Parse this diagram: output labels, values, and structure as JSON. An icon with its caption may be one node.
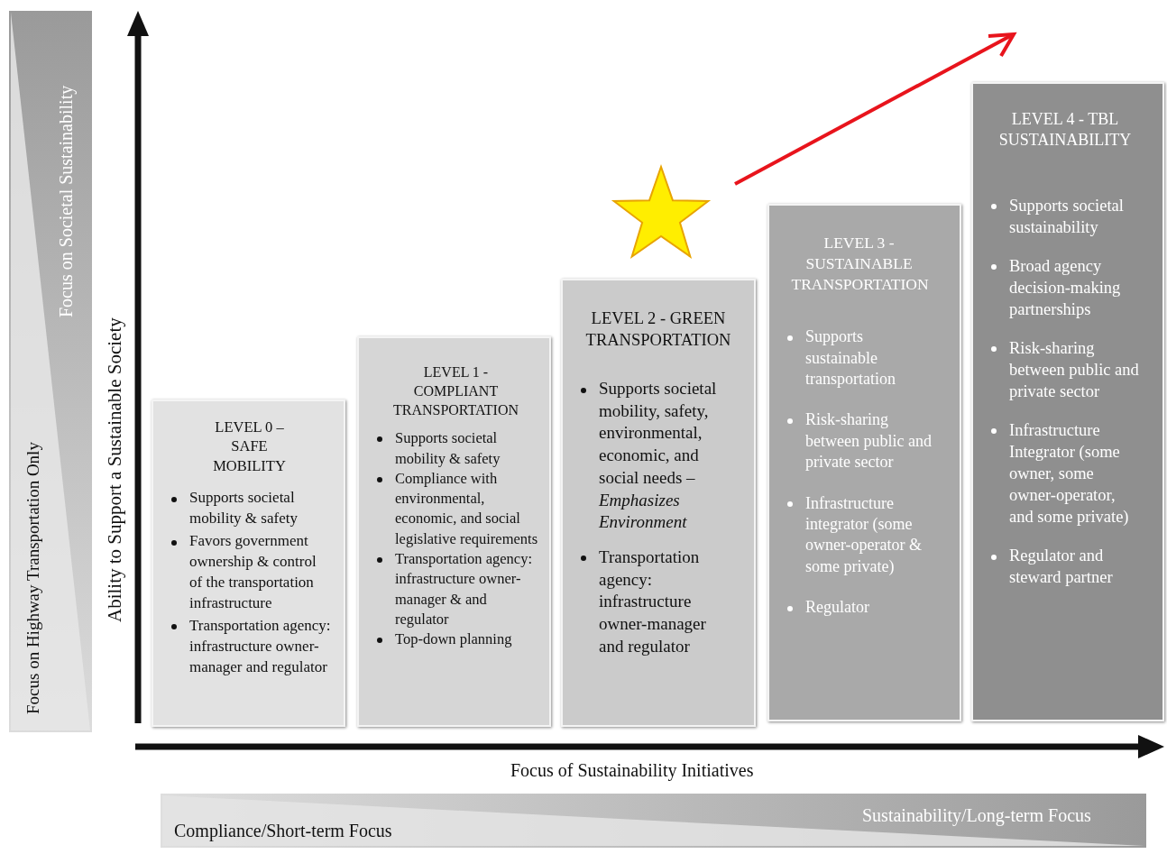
{
  "diagram": {
    "nodes": [
      {
        "text": [
          "LEVEL 0 – SAFE MOBILITY",
          "Supports societal mobility & safety",
          "Favors government ownership & control of the transportation infrastructure",
          "Transportation agency: infrastructure owner-manager and regulator"
        ]
      },
      {
        "text": [
          "LEVEL 1 - COMPLIANT TRANSPORTATION",
          "Supports societal mobility & safety",
          "Compliance with environmental, economic, and social legislative requirements",
          "Transportation agency: infrastructure owner-manager & and regulator",
          "Top-down planning"
        ]
      },
      {
        "text": [
          "LEVEL 2 - GREEN TRANSPORTATION",
          "Supports societal mobility, safety, environmental, economic, and social needs – *Emphasizes Environment*",
          "Transportation agency: infrastructure owner-manager and regulator"
        ]
      },
      {
        "text": [
          "LEVEL 3 - SUSTAINABLE TRANSPORTATION",
          "Supports sustainable transportation",
          "Risk-sharing between public and private sector",
          "Infrastructure integrator (some owner-operator & some private)",
          "Regulator"
        ]
      },
      {
        "text": [
          "LEVEL 4 - TBL SUSTAINABILITY",
          "Supports societal sustainability",
          "Broad agency decision-making partnerships",
          "Risk-sharing between public and private sector",
          "Infrastructure Integrator (some owner, some owner-operator, and some private)",
          "Regulator and steward partner"
        ]
      }
    ],
    "edges": [],
    "labels": [
      "Focus on Societal Sustainability",
      "Focus on Highway Transportation Only",
      "Ability to Support a Sustainable Society",
      "Focus of Sustainability Initiatives",
      "Sustainability/Long-term Focus",
      "Compliance/Short-term Focus"
    ]
  }
}
